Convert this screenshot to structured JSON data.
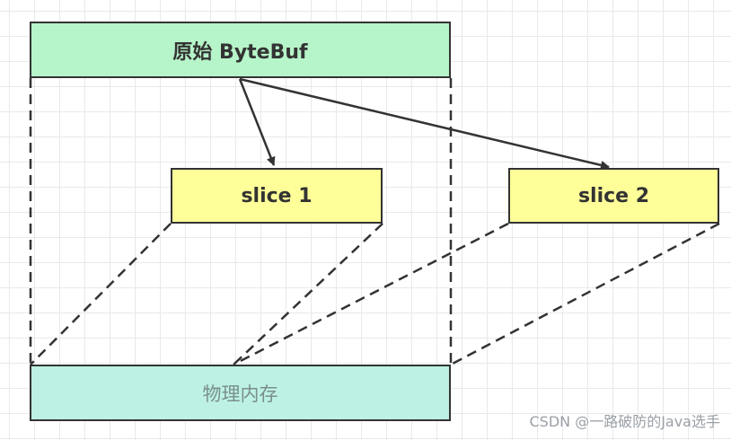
{
  "diagram": {
    "nodes": {
      "bytebuf": "原始 ByteBuf",
      "slice1": "slice 1",
      "slice2": "slice 2",
      "memory": "物理内存"
    },
    "colors": {
      "bytebuf_fill": "#b6f5c9",
      "slice_fill": "#ffff99",
      "memory_fill": "#bdf1e4",
      "stroke": "#333333"
    }
  },
  "watermark": "CSDN @一路破防的Java选手"
}
